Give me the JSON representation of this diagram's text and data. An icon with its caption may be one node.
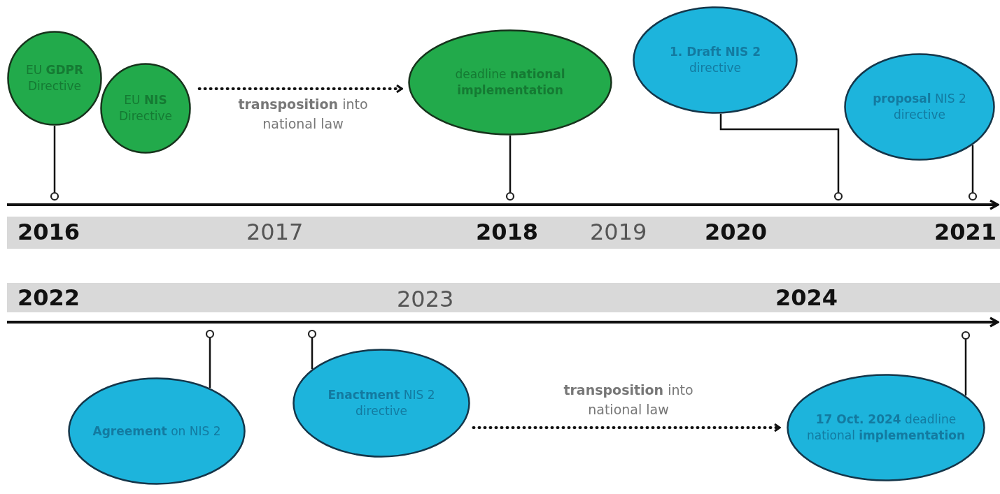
{
  "diagram": {
    "nodes": [
      {
        "text": [
          "EU **GDPR** Directive"
        ]
      },
      {
        "text": [
          "EU **NIS** Directive"
        ]
      },
      {
        "text": [
          "deadline **national implementation**"
        ]
      },
      {
        "text": [
          "**1. Draft NIS 2** directive"
        ]
      },
      {
        "text": [
          "**proposal** NIS 2 directive"
        ]
      },
      {
        "text": [
          "**Agreement** on NIS 2"
        ]
      },
      {
        "text": [
          "**Enactment** NIS 2 directive"
        ]
      },
      {
        "text": [
          "**17 Oct. 2024** deadline national **implementation**"
        ]
      }
    ],
    "edges": [
      {
        "from": 0,
        "to": null,
        "arrow": "other"
      },
      {
        "from": 1,
        "to": 2,
        "arrow": "to",
        "style": "dashed",
        "label": "**transposition** into national law"
      },
      {
        "from": 2,
        "to": null,
        "arrow": "other"
      },
      {
        "from": 3,
        "to": null,
        "arrow": "other"
      },
      {
        "from": 4,
        "to": null,
        "arrow": "other"
      },
      {
        "from": 5,
        "to": null,
        "arrow": "other"
      },
      {
        "from": 6,
        "to": null,
        "arrow": "other"
      },
      {
        "from": 6,
        "to": 7,
        "arrow": "to",
        "style": "dashed",
        "label": "**transposition** into national law"
      },
      {
        "from": 7,
        "to": null,
        "arrow": "other"
      }
    ],
    "labels": [
      "2016",
      "2017",
      "2018",
      "2019",
      "2020",
      "2021",
      "2022",
      "2023",
      "2024"
    ]
  }
}
